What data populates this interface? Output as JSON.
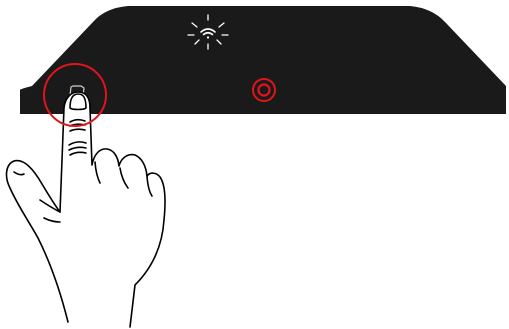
{
  "illustration": {
    "device": {
      "body_color": "#1a1a1a",
      "status_icon": "wifi-icon",
      "indicator_light": "blinking",
      "power_button_color": "#e0151b",
      "wps_button_icon": "wps-button-icon"
    },
    "instruction": {
      "action": "press",
      "target": "wps-button",
      "highlight_color": "#e0151b",
      "hand_icon": "pointing-hand-icon"
    }
  }
}
